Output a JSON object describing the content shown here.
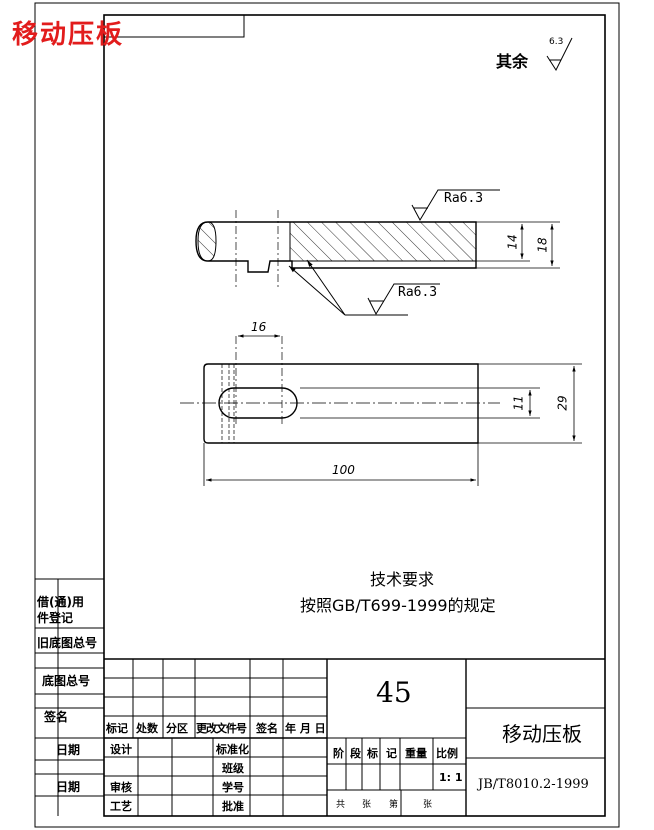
{
  "title_red": "移动压板",
  "surface_finish": {
    "remainder_label": "其余",
    "remainder_value": "6.3",
    "ra_top": "Ra6.3",
    "ra_bottom": "Ra6.3"
  },
  "dimensions": {
    "d14": "14",
    "d18": "18",
    "d16": "16",
    "d11": "11",
    "d29": "29",
    "d100": "100"
  },
  "tech_req": {
    "heading": "技术要求",
    "line": "按照GB/T699-1999的规定"
  },
  "side_panel": {
    "used_for": "借(通)用",
    "registry": "件登记",
    "old_base_no": "旧底图总号",
    "base_no": "底图总号",
    "signature": "签名",
    "date1": "日期",
    "date2": "日期"
  },
  "title_block": {
    "revision_headers": [
      "标记",
      "处数",
      "分区",
      "更改文件号",
      "签名",
      "年 月 日"
    ],
    "design": "设计",
    "standardize": "标准化",
    "class": "班级",
    "review": "审核",
    "student_no": "学号",
    "process": "工艺",
    "approve": "批准",
    "number": "45",
    "stage_labels": [
      "阶",
      "段",
      "标",
      "记"
    ],
    "weight": "重量",
    "scale_label": "比例",
    "scale_value": "1: 1",
    "sheet_labels": [
      "共",
      "张",
      "第",
      "张"
    ],
    "part_name": "移动压板",
    "drawing_no": "JB/T8010.2-1999"
  }
}
